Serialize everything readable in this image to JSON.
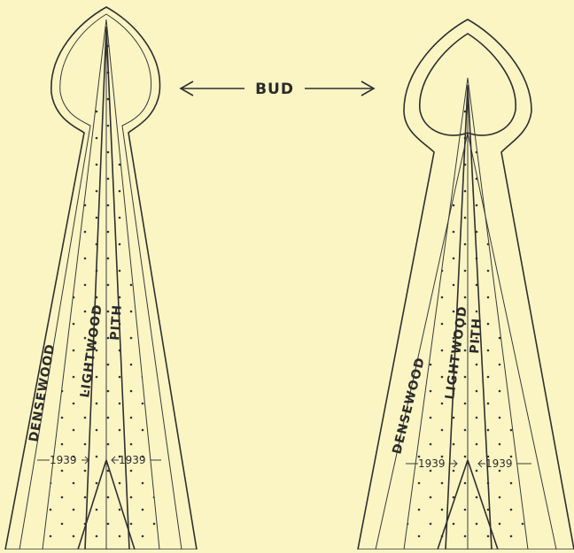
{
  "figure": {
    "bud_label": "BUD",
    "left_bud": {
      "densewood_label": "DENSEWOOD",
      "lightwood_label": "LIGHTWOOD",
      "pith_label": "PITH",
      "year_left": "1939",
      "year_right": "1939"
    },
    "right_bud": {
      "densewood_label": "DENSEWOOD",
      "lightwood_label": "LIGHTWOOD",
      "pith_label": "PITH",
      "year_left": "1939",
      "year_right": "1939"
    },
    "colors": {
      "background": "#fbf5c4",
      "ink": "#2f2f2f",
      "stipple": "#555555"
    }
  }
}
